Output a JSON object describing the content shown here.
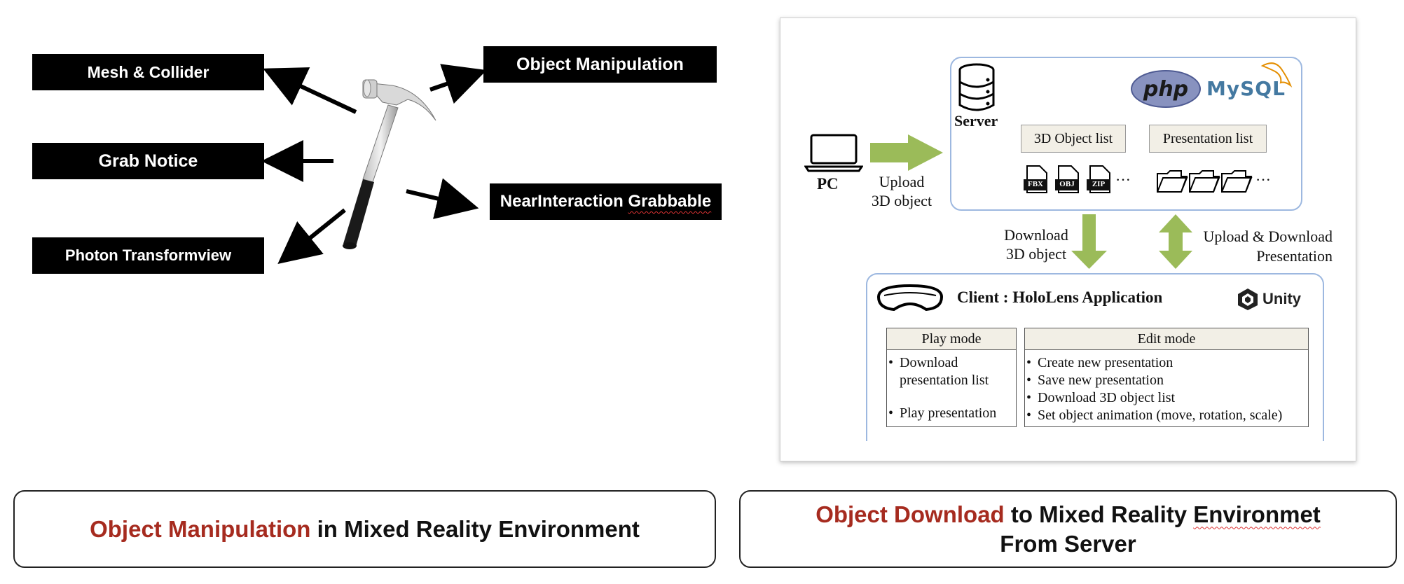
{
  "left": {
    "labels": {
      "mesh": "Mesh & Collider",
      "grab": "Grab Notice",
      "photon": "Photon Transformview",
      "manip": "Object Manipulation",
      "near_prefix": "NearInteraction ",
      "near_suffix": "Grabbable"
    },
    "caption": {
      "highlight": "Object Manipulation",
      "rest": " in Mixed Reality Environment"
    },
    "icon": "hammer-icon"
  },
  "right": {
    "server": "Server",
    "pc": "PC",
    "upload_line1": "Upload",
    "upload_line2": "3D object",
    "object_list": "3D Object list",
    "presentation_list": "Presentation list",
    "file_types": [
      "FBX",
      "OBJ",
      "ZIP"
    ],
    "ellipsis": "···",
    "logo_php": "php",
    "logo_mysql": "MySQL",
    "logo_unity": "Unity",
    "download_line1": "Download",
    "download_line2": "3D object",
    "updown_line1": "Upload & Download",
    "updown_line2": "Presentation",
    "client_title": "Client : HoloLens Application",
    "play_mode": "Play mode",
    "play_items": [
      "Download presentation list",
      "Play presentation"
    ],
    "edit_mode": "Edit mode",
    "edit_items": [
      "Create new presentation",
      "Save new presentation",
      "Download 3D object list",
      "Set object animation (move, rotation, scale)"
    ],
    "caption": {
      "highlight": "Object Download",
      "rest1": " to Mixed Reality ",
      "rest_squiggle": "Environmet",
      "line2": "From Server"
    },
    "colors": {
      "green_arrow": "#9bbb59",
      "panel_border": "#9db8e0",
      "caption_red": "#a62b1f"
    }
  }
}
